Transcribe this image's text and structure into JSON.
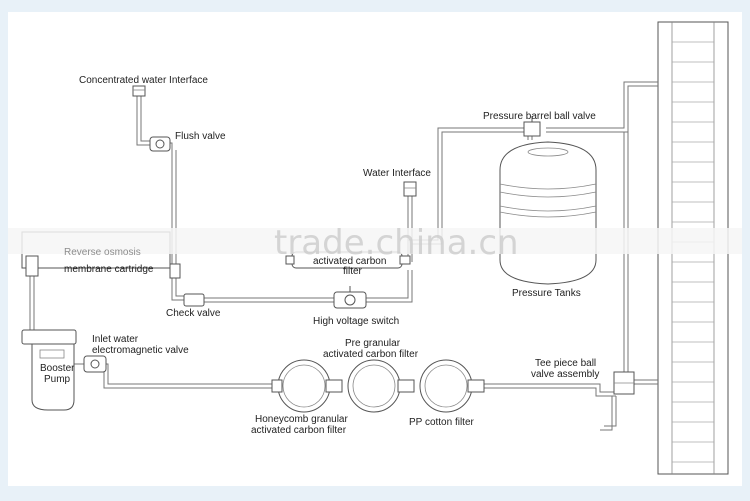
{
  "labels": {
    "concentrated_water_interface": "Concentrated water Interface",
    "flush_valve": "Flush valve",
    "pressure_barrel_ball_valve": "Pressure barrel ball valve",
    "water_interface": "Water Interface",
    "membrane_cartridge_top": "Reverse osmosis",
    "membrane_cartridge": "membrane cartridge",
    "activated_carbon_filter_1": "activated carbon",
    "activated_carbon_filter_2": "filter",
    "pressure_tanks": "Pressure Tanks",
    "check_valve": "Check valve",
    "high_voltage_switch": "High voltage switch",
    "inlet_water_1": "Inlet water",
    "inlet_water_2": "electromagnetic valve",
    "pre_granular_1": "Pre granular",
    "pre_granular_2": "activated carbon filter",
    "booster_pump_1": "Booster",
    "booster_pump_2": "Pump",
    "tee_piece_1": "Tee piece ball",
    "tee_piece_2": "valve assembly",
    "honeycomb_1": "Honeycomb granular",
    "honeycomb_2": "activated carbon filter",
    "pp_cotton": "PP cotton filter"
  },
  "watermark": "trade.china.cn",
  "colors": {
    "frame_bg": "#e8f1f8",
    "canvas_bg": "#ffffff",
    "line": "#666666"
  }
}
